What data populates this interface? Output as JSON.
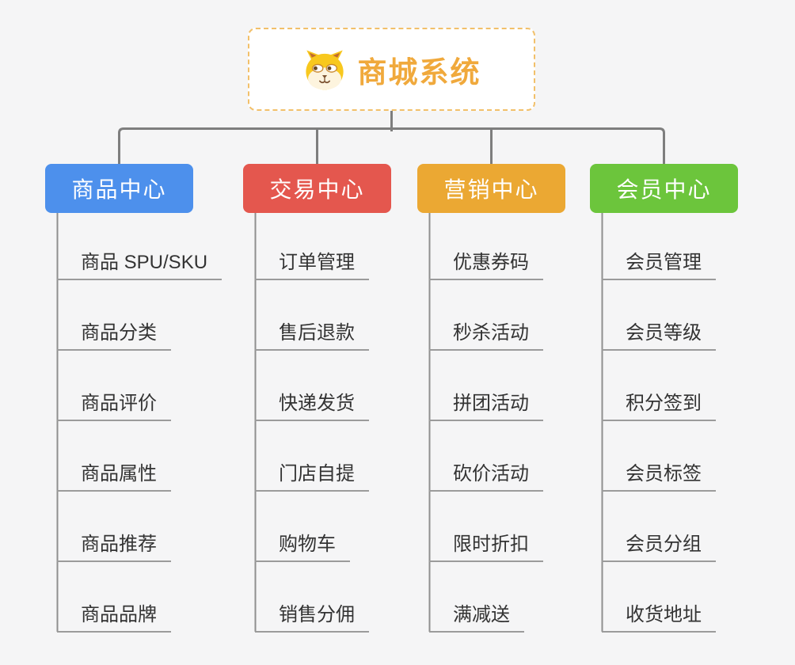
{
  "root": {
    "title": "商城系统",
    "icon": "dog-face-icon",
    "text_color": "#F0A93C",
    "border_color": "#F2C06A"
  },
  "branches": [
    {
      "label": "商品中心",
      "color": "#4D90EC",
      "children": [
        "商品 SPU/SKU",
        "商品分类",
        "商品评价",
        "商品属性",
        "商品推荐",
        "商品品牌"
      ]
    },
    {
      "label": "交易中心",
      "color": "#E4574E",
      "children": [
        "订单管理",
        "售后退款",
        "快递发货",
        "门店自提",
        "购物车",
        "销售分佣"
      ]
    },
    {
      "label": "营销中心",
      "color": "#EBA833",
      "children": [
        "优惠券码",
        "秒杀活动",
        "拼团活动",
        "砍价活动",
        "限时折扣",
        "满减送"
      ]
    },
    {
      "label": "会员中心",
      "color": "#6CC53C",
      "children": [
        "会员管理",
        "会员等级",
        "积分签到",
        "会员标签",
        "会员分组",
        "收货地址"
      ]
    }
  ],
  "colors": {
    "background": "#F5F5F6",
    "connector": "#7E7E7E",
    "child_line": "#9B9B9B",
    "child_text": "#333333",
    "node_text": "#FFFFFF"
  }
}
